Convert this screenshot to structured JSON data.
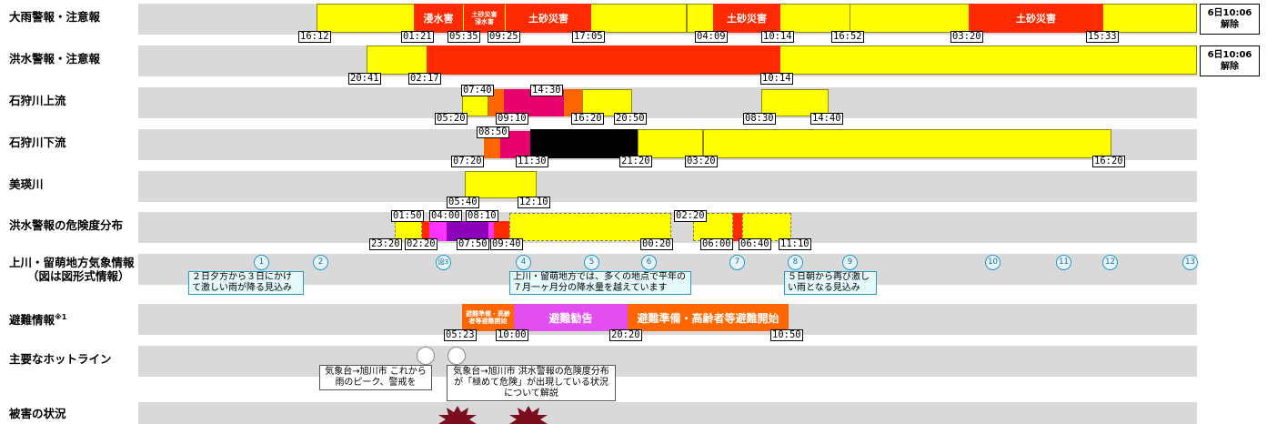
{
  "rows": {
    "heavy_rain": "大雨警報・注意報",
    "flood": "洪水警報・注意報",
    "ishikari_upper": "石狩川上流",
    "ishikari_lower": "石狩川下流",
    "biei": "美瑛川",
    "flood_risk": "洪水警報の危険度分布",
    "weather_info": "上川・留萌地方気象情報",
    "weather_info_sub": "（図は図形式情報）",
    "evacuation": "避難情報",
    "evacuation_note": "※1",
    "hotline": "主要なホットライン",
    "damage": "被害の状況"
  },
  "cancel": {
    "time": "6日10:06",
    "label": "解除"
  },
  "rain_labels": {
    "inundation": "浸水害",
    "mixed_line1": "土砂災害",
    "mixed_line2": "浸水害",
    "landslide": "土砂災害"
  },
  "times": {
    "rain": [
      "16:12",
      "01:21",
      "05:35",
      "09:25",
      "17:05",
      "04:09",
      "10:14",
      "16:52",
      "03:20",
      "15:33"
    ],
    "flood": [
      "20:41",
      "02:17",
      "10:14"
    ],
    "upper": [
      "07:40",
      "14:30",
      "05:20",
      "09:10",
      "16:20",
      "20:50",
      "08:30",
      "14:40"
    ],
    "lower": [
      "08:50",
      "07:20",
      "11:30",
      "21:20",
      "03:20",
      "16:20"
    ],
    "biei": [
      "05:40",
      "12:10"
    ],
    "risk": [
      "01:50",
      "04:00",
      "08:10",
      "02:20",
      "23:20",
      "02:20",
      "07:50",
      "09:40",
      "00:20",
      "06:00",
      "06:40",
      "11:10"
    ],
    "evac": [
      "05:23",
      "10:00",
      "20:20",
      "10:50"
    ]
  },
  "weather_circles": [
    "1",
    "2",
    "図3",
    "4",
    "5",
    "6",
    "7",
    "8",
    "9",
    "10",
    "11",
    "12",
    "13"
  ],
  "weather_notes": [
    "２日夕方から３日にかけて激しい雨が降る見込み",
    "上川・留萌地方では、多くの地点で平年の７月一ヶ月分の降水量を越えています",
    "５日朝から再び激しい雨となる見込み"
  ],
  "evac_labels": {
    "prep_small": "避難準備・高齢者等避難開始",
    "advisory": "避難勧告",
    "prep": "避難準備・高齢者等避難開始"
  },
  "hotline_notes": [
    "気象台→旭川市 これから雨のピーク、警戒を",
    "気象台→旭川市 洪水警報の危険度分布が「極めて危険」が出現している状況について解説"
  ],
  "colors": {
    "yellow": "#ffff00",
    "red": "#ff2a00",
    "orange": "#ff6600",
    "magenta": "#e8006e",
    "black": "#000000",
    "purple": "#8b00b8",
    "track": "#d9d9d9"
  }
}
